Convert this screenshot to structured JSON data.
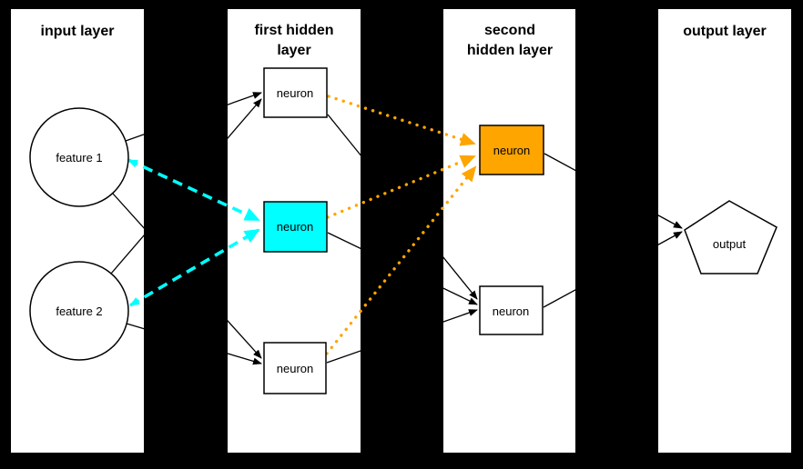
{
  "colors": {
    "background": "#000000",
    "panel": "#ffffff",
    "line": "#000000",
    "highlight_cyan": "#00ffff",
    "highlight_orange": "#ffa500"
  },
  "panels": [
    {
      "name": "input-layer",
      "title": "input layer",
      "title_lines": [
        "input layer"
      ]
    },
    {
      "name": "first-hidden-layer",
      "title": "first hidden layer",
      "title_lines": [
        "first hidden",
        "layer"
      ]
    },
    {
      "name": "second-hidden-layer",
      "title": "second hidden layer",
      "title_lines": [
        "second",
        "hidden layer"
      ]
    },
    {
      "name": "output-layer",
      "title": "output layer",
      "title_lines": [
        "output layer"
      ]
    }
  ],
  "nodes": {
    "feature1": {
      "label": "feature 1",
      "shape": "circle",
      "fill": "#ffffff"
    },
    "feature2": {
      "label": "feature 2",
      "shape": "circle",
      "fill": "#ffffff"
    },
    "hidden1_top": {
      "label": "neuron",
      "shape": "rect",
      "fill": "#ffffff"
    },
    "hidden1_mid": {
      "label": "neuron",
      "shape": "rect",
      "fill": "#00ffff"
    },
    "hidden1_bot": {
      "label": "neuron",
      "shape": "rect",
      "fill": "#ffffff"
    },
    "hidden2_top": {
      "label": "neuron",
      "shape": "rect",
      "fill": "#ffa500"
    },
    "hidden2_bot": {
      "label": "neuron",
      "shape": "rect",
      "fill": "#ffffff"
    },
    "output": {
      "label": "output",
      "shape": "pentagon",
      "fill": "#ffffff"
    }
  },
  "edges": [
    {
      "from": "feature1",
      "to": "hidden1_mid",
      "style": "dashed",
      "color": "#00ffff",
      "arrowheads": "both"
    },
    {
      "from": "feature2",
      "to": "hidden1_mid",
      "style": "dashed",
      "color": "#00ffff",
      "arrowheads": "both"
    },
    {
      "from": "hidden1_top",
      "to": "hidden2_top",
      "style": "dotted",
      "color": "#ffa500",
      "arrowheads": "end"
    },
    {
      "from": "hidden1_mid",
      "to": "hidden2_top",
      "style": "dotted",
      "color": "#ffa500",
      "arrowheads": "end"
    },
    {
      "from": "hidden1_bot",
      "to": "hidden2_top",
      "style": "dotted",
      "color": "#ffa500",
      "arrowheads": "end"
    },
    {
      "from": "feature1",
      "to": "hidden1_top",
      "style": "solid",
      "color": "#000000",
      "arrowheads": "end"
    },
    {
      "from": "feature1",
      "to": "hidden1_bot",
      "style": "solid",
      "color": "#000000",
      "arrowheads": "end"
    },
    {
      "from": "feature2",
      "to": "hidden1_top",
      "style": "solid",
      "color": "#000000",
      "arrowheads": "end"
    },
    {
      "from": "feature2",
      "to": "hidden1_bot",
      "style": "solid",
      "color": "#000000",
      "arrowheads": "end"
    },
    {
      "from": "hidden1_top",
      "to": "hidden2_bot",
      "style": "solid",
      "color": "#000000",
      "arrowheads": "end"
    },
    {
      "from": "hidden1_mid",
      "to": "hidden2_bot",
      "style": "solid",
      "color": "#000000",
      "arrowheads": "end"
    },
    {
      "from": "hidden1_bot",
      "to": "hidden2_bot",
      "style": "solid",
      "color": "#000000",
      "arrowheads": "end"
    },
    {
      "from": "hidden2_top",
      "to": "output",
      "style": "solid",
      "color": "#000000",
      "arrowheads": "end"
    },
    {
      "from": "hidden2_bot",
      "to": "output",
      "style": "solid",
      "color": "#000000",
      "arrowheads": "end"
    }
  ]
}
